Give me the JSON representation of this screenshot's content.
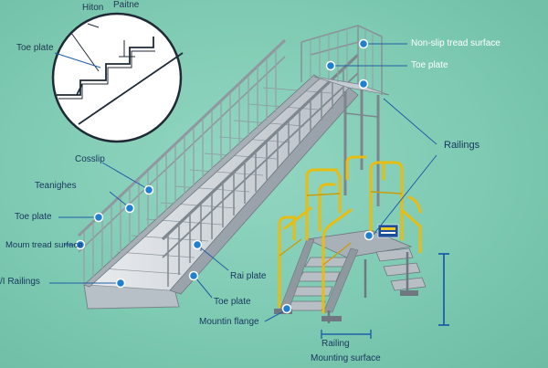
{
  "labels": {
    "inset_top_left": "Hiton",
    "inset_top_right": "Paitne",
    "inset_toe_plate": "Toe plate",
    "non_slip": "Non-slip tread surface",
    "toe_plate_right": "Toe plate",
    "railings_right": "Railings",
    "crosslip": "Cosslip",
    "teanighes": "Teanighes",
    "toe_plate_left": "Toe plate",
    "mount_tread": "Moum tread surface",
    "railings_left": "/I Railings",
    "rail_plate": "Rai plate",
    "toe_plate_bottom": "Toe plate",
    "mounting_flange": "Mountin flange",
    "railing_bottom": "Railing",
    "mounting_surface": "Mounting surface"
  },
  "colors": {
    "background": "#7ecab2",
    "callout_dot": "#1f7fd0",
    "label_text": "#17375e",
    "steel": "#9aa3ab",
    "yellow_rail": "#f2c81e",
    "blue_leader": "#1f5fa8"
  },
  "icons": {
    "sign": "warning-sign-icon"
  }
}
